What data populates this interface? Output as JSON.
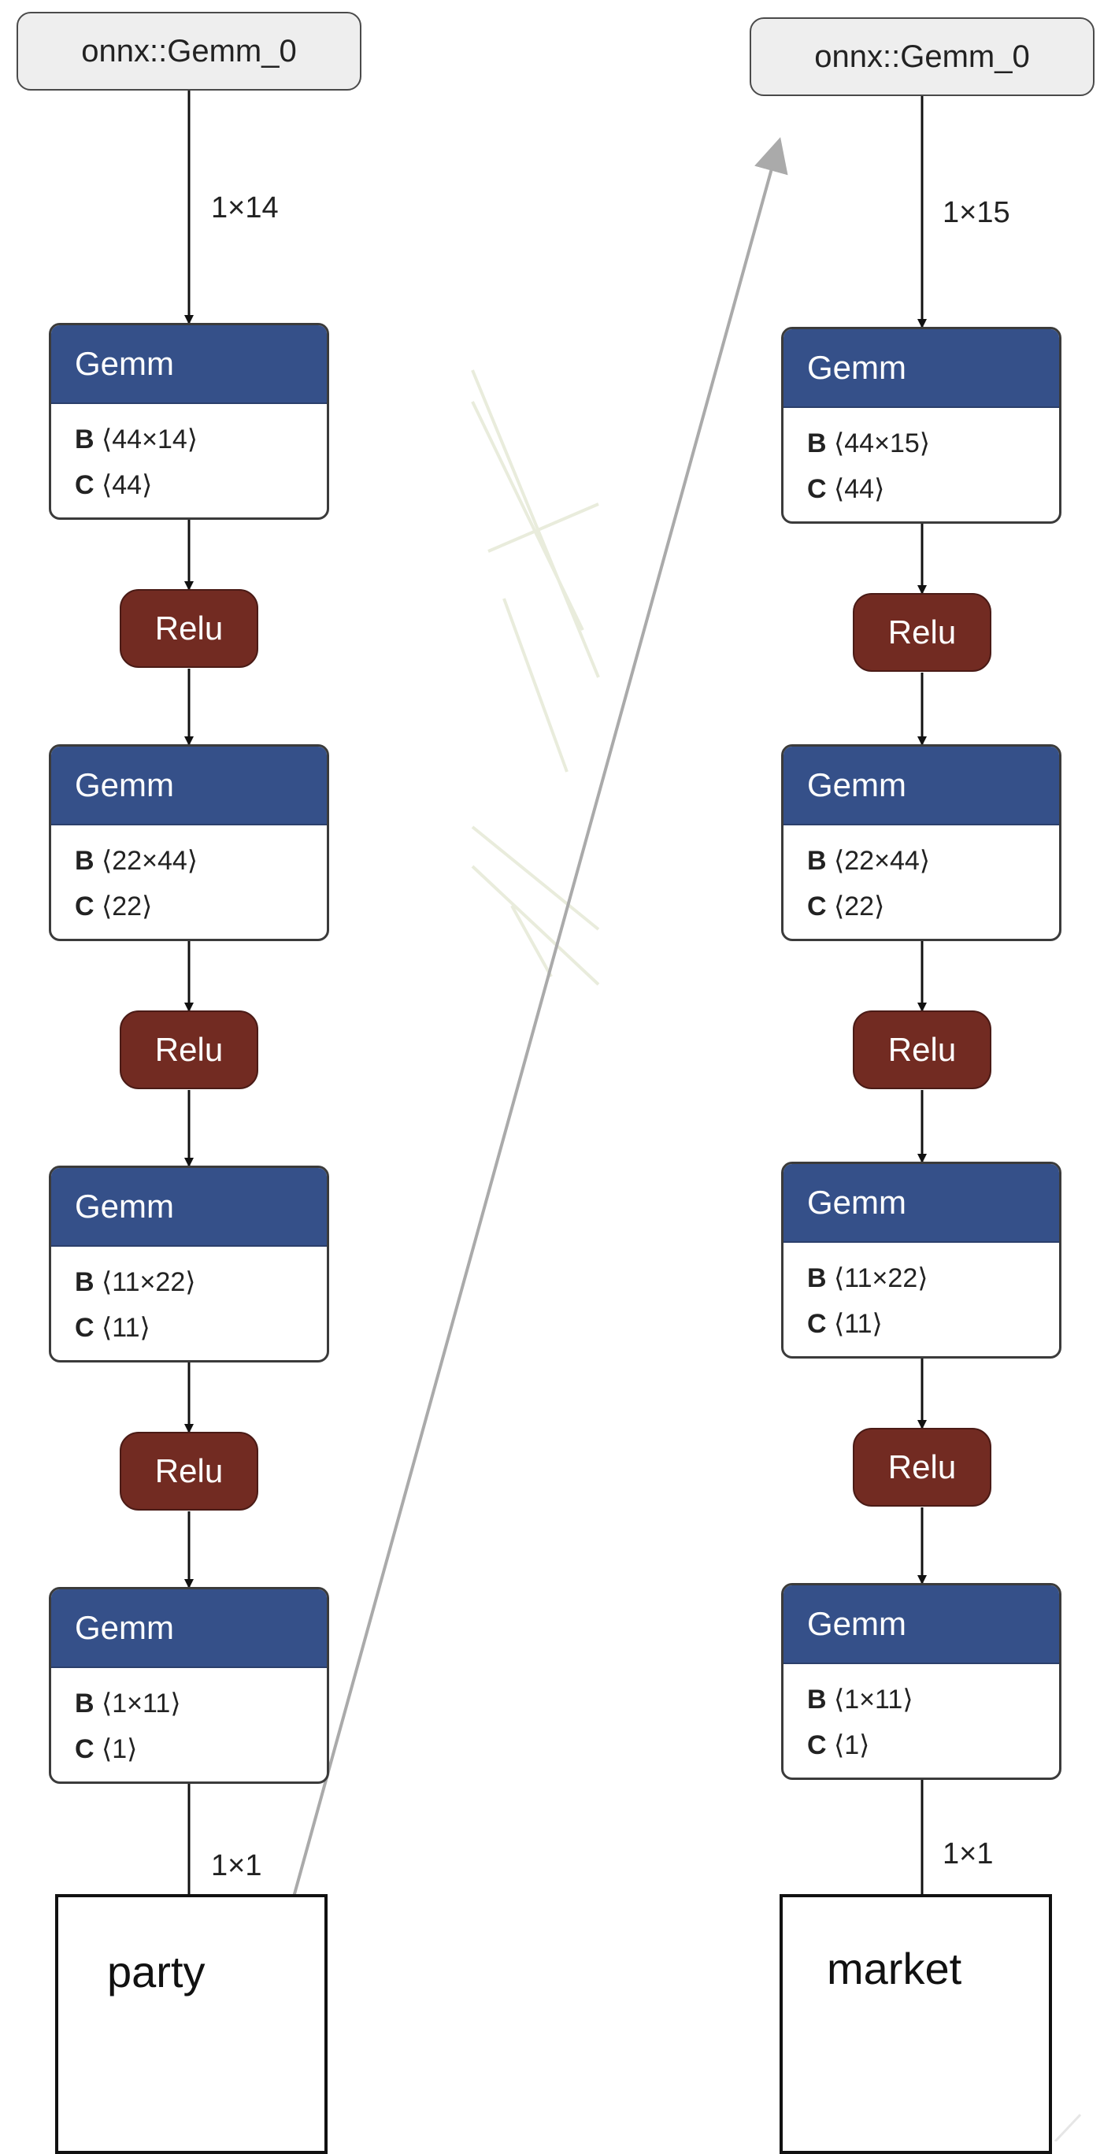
{
  "left": {
    "input": "onnx::Gemm_0",
    "input_dim": "1×14",
    "gemms": [
      {
        "title": "Gemm",
        "b_label": "B",
        "b_value": "⟨44×14⟩",
        "c_label": "C",
        "c_value": "⟨44⟩"
      },
      {
        "title": "Gemm",
        "b_label": "B",
        "b_value": "⟨22×44⟩",
        "c_label": "C",
        "c_value": "⟨22⟩"
      },
      {
        "title": "Gemm",
        "b_label": "B",
        "b_value": "⟨11×22⟩",
        "c_label": "C",
        "c_value": "⟨11⟩"
      },
      {
        "title": "Gemm",
        "b_label": "B",
        "b_value": "⟨1×11⟩",
        "c_label": "C",
        "c_value": "⟨1⟩"
      }
    ],
    "relus": [
      "Relu",
      "Relu",
      "Relu"
    ],
    "output_dim": "1×1",
    "output": "party"
  },
  "right": {
    "input": "onnx::Gemm_0",
    "input_dim": "1×15",
    "gemms": [
      {
        "title": "Gemm",
        "b_label": "B",
        "b_value": "⟨44×15⟩",
        "c_label": "C",
        "c_value": "⟨44⟩"
      },
      {
        "title": "Gemm",
        "b_label": "B",
        "b_value": "⟨22×44⟩",
        "c_label": "C",
        "c_value": "⟨22⟩"
      },
      {
        "title": "Gemm",
        "b_label": "B",
        "b_value": "⟨11×22⟩",
        "c_label": "C",
        "c_value": "⟨11⟩"
      },
      {
        "title": "Gemm",
        "b_label": "B",
        "b_value": "⟨1×11⟩",
        "c_label": "C",
        "c_value": "⟨1⟩"
      }
    ],
    "relus": [
      "Relu",
      "Relu",
      "Relu"
    ],
    "output_dim": "1×1",
    "output": "market"
  },
  "colors": {
    "gemm_header": "#355089",
    "relu": "#722b22",
    "io_fill": "#eeeeee",
    "link_arrow": "#aaaaaa"
  }
}
